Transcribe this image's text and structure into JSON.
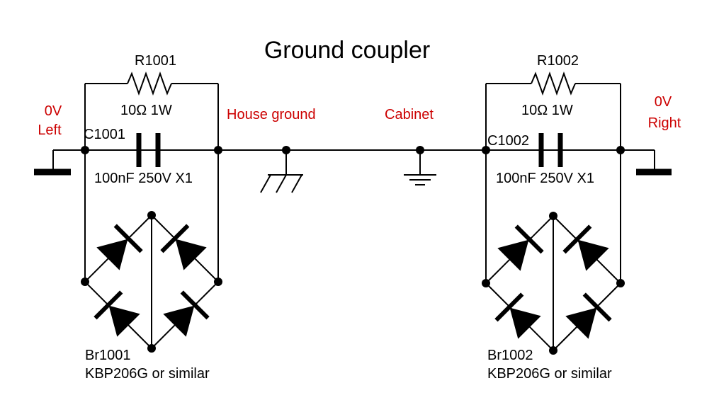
{
  "title": "Ground coupler",
  "colors": {
    "ink": "#000000",
    "net_label": "#cc0000"
  },
  "nets": {
    "left_0v_line1": "0V",
    "left_0v_line2": "Left",
    "house_ground": "House ground",
    "cabinet": "Cabinet",
    "right_0v_line1": "0V",
    "right_0v_line2": "Right"
  },
  "left_stage": {
    "resistor_ref": "R1001",
    "resistor_value": "10Ω 1W",
    "capacitor_ref": "C1001",
    "capacitor_value": "100nF 250V X1",
    "bridge_ref": "Br1001",
    "bridge_part": "KBP206G or similar"
  },
  "right_stage": {
    "resistor_ref": "R1002",
    "resistor_value": "10Ω 1W",
    "capacitor_ref": "C1002",
    "capacitor_value": "100nF 250V X1",
    "bridge_ref": "Br1002",
    "bridge_part": "KBP206G or similar"
  }
}
